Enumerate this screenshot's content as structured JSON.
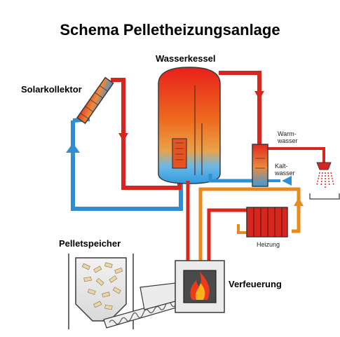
{
  "title": "Schema Pelletheizungsanlage",
  "labels": {
    "boiler": "Wasserkessel",
    "solar": "Solarkollektor",
    "storage": "Pelletspeicher",
    "furnace": "Verfeuerung",
    "heating": "Heizung",
    "warm_water_1": "Warm-",
    "warm_water_2": "wasser",
    "cold_water_1": "Kalt-",
    "cold_water_2": "wasser"
  },
  "colors": {
    "hot_pipe": "#d7261e",
    "cold_pipe": "#2f8fd0",
    "orange_pipe": "#e88a1c",
    "outline": "#3a3a3a"
  },
  "icons": [
    "flame-icon",
    "shower-icon",
    "arrow-icon"
  ]
}
